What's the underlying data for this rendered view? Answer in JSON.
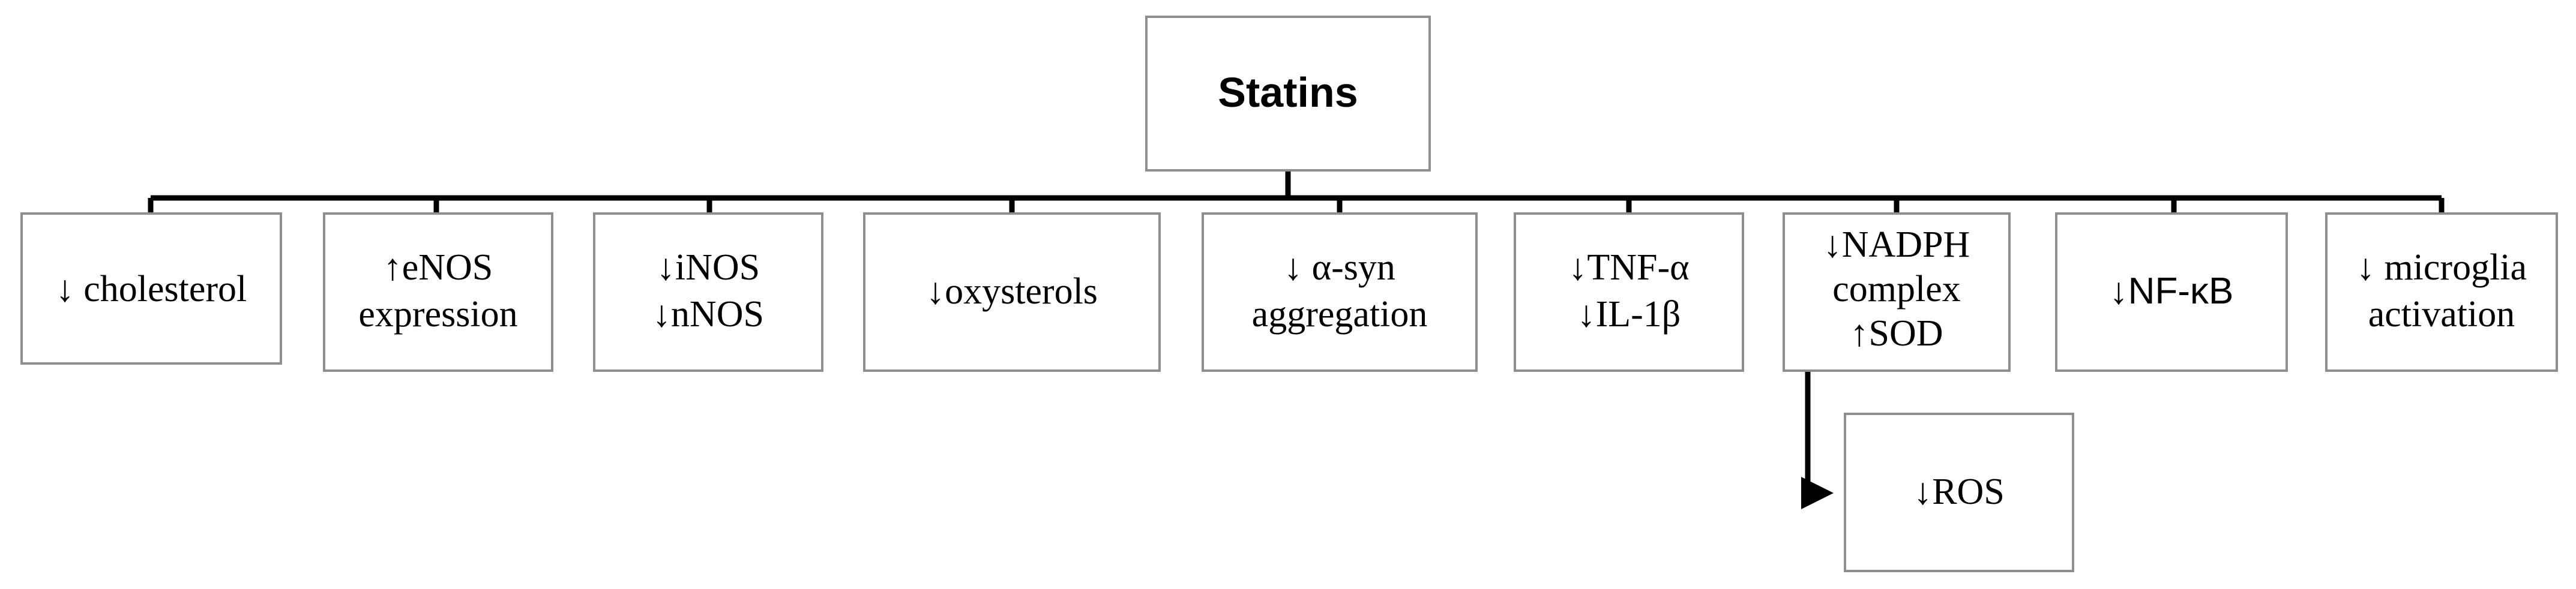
{
  "root": {
    "label": "Statins"
  },
  "children": [
    {
      "id": "cholesterol",
      "lines": [
        "↓ cholesterol"
      ]
    },
    {
      "id": "enos",
      "lines": [
        "↑eNOS",
        "expression"
      ]
    },
    {
      "id": "inos-nnos",
      "lines": [
        "↓iNOS",
        "↓nNOS"
      ]
    },
    {
      "id": "oxysterols",
      "lines": [
        "↓oxysterols"
      ]
    },
    {
      "id": "alpha-syn",
      "lines": [
        "↓ α-syn",
        "aggregation"
      ]
    },
    {
      "id": "tnf-il1",
      "lines": [
        "↓TNF-α",
        "↓IL-1β"
      ]
    },
    {
      "id": "nadph-sod",
      "lines": [
        "↓NADPH",
        "complex",
        "↑SOD"
      ]
    },
    {
      "id": "nf-kb",
      "lines": [
        "↓NF-κB"
      ]
    },
    {
      "id": "microglia",
      "lines": [
        "↓ microglia",
        "activation"
      ]
    }
  ],
  "sub_child": {
    "parent": "nadph-sod",
    "lines": [
      "↓ROS"
    ]
  }
}
